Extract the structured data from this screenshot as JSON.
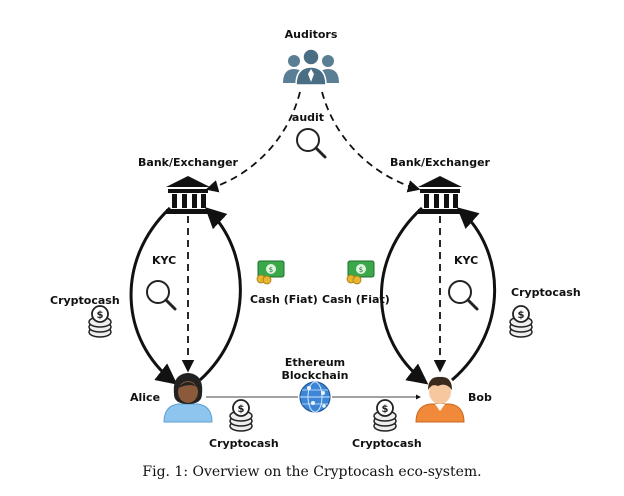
{
  "nodes": {
    "auditors": "Auditors",
    "audit_label": "audit",
    "bank_left": "Bank/Exchanger",
    "bank_right": "Bank/Exchanger",
    "alice": "Alice",
    "bob": "Bob",
    "blockchain_line1": "Ethereum",
    "blockchain_line2": "Blockchain"
  },
  "labels": {
    "kyc_left": "KYC",
    "kyc_right": "KYC",
    "cash_left": "Cash (Fiat)",
    "cash_right": "Cash (Fiat)",
    "crypto_left": "Cryptocash",
    "crypto_right": "Cryptocash",
    "crypto_bottom_left": "Cryptocash",
    "crypto_bottom_right": "Cryptocash"
  },
  "caption": "Fig. 1: Overview on the Cryptocash eco-system.",
  "colors": {
    "auditors": "#5a7f95",
    "bank": "#111111",
    "alice_shirt": "#8ec5ee",
    "alice_skin": "#8a5a3b",
    "bob_shirt": "#f08a3a",
    "bob_skin": "#f7c8a0",
    "cash_green": "#3aa84a",
    "coin_gold": "#e8b530",
    "globe_blue": "#3d86d6"
  },
  "icons": [
    "auditors-icon",
    "magnifier-icon",
    "bank-icon",
    "cash-icon",
    "coin-stack-icon",
    "user-icon",
    "globe-icon"
  ]
}
